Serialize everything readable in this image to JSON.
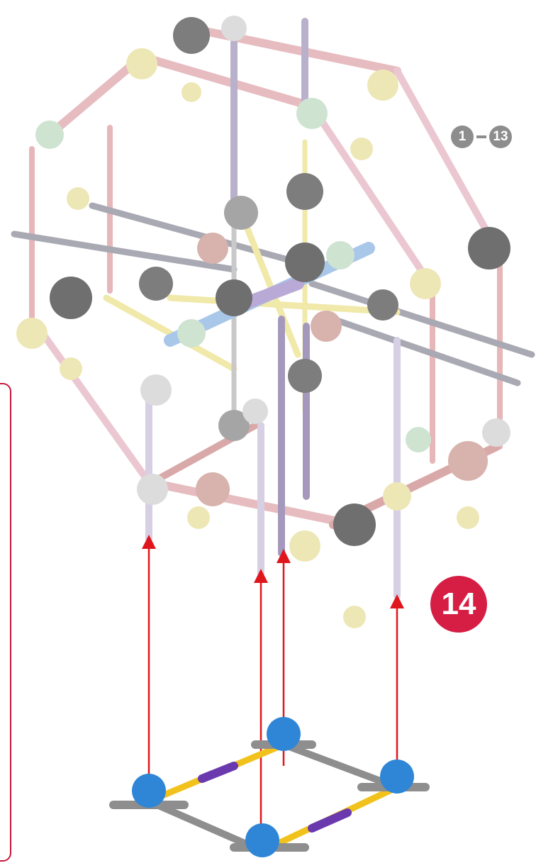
{
  "steps_range": {
    "from": "1",
    "to": "13"
  },
  "current_step": "14",
  "colors": {
    "step_badge": "#d61e44",
    "range_badge": "#8d8d8d",
    "arrow": "#e0161d",
    "side_border": "#c8173e"
  }
}
